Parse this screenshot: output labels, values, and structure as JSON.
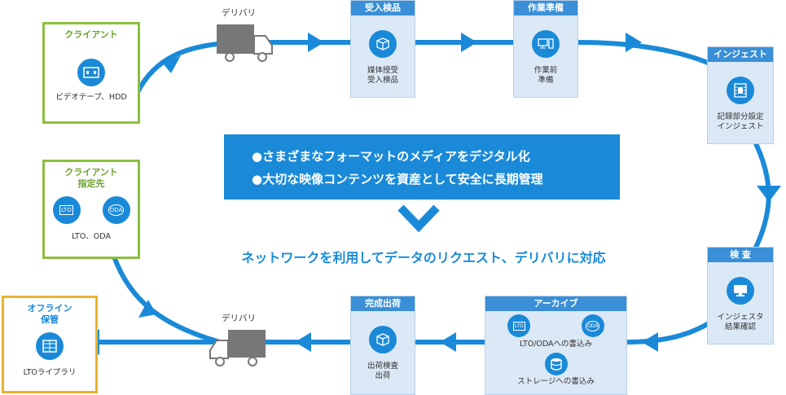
{
  "delivery_labels": [
    "デリバリ",
    "デリバリ"
  ],
  "stages": {
    "receiving": {
      "title": "受入検品",
      "text": "媒体授受\n受入検品",
      "icon": "box-icon"
    },
    "preparation": {
      "title": "作業準備",
      "text": "作業前\n準備",
      "icon": "computer-icon"
    },
    "ingest": {
      "title": "インジェスト",
      "text": "記録部分設定\nインジェスト",
      "icon": "film-icon"
    },
    "inspection": {
      "title": "検 査",
      "text": "インジェスタ\n結果確認",
      "icon": "monitor-icon"
    },
    "archive": {
      "title": "アーカイブ",
      "text1": "LTO/ODAへの書込み",
      "text2": "ストレージへの書込み",
      "icon1": "lto-icon",
      "icon2": "oda-icon",
      "icon3": "database-icon"
    },
    "shipping": {
      "title": "完成出荷",
      "text": "出荷検査\n出荷",
      "icon": "box-icon"
    }
  },
  "client": {
    "title": "クライアント",
    "text": "ビデオテープ、HDD",
    "icon": "videotape-icon"
  },
  "client_dest": {
    "title": "クライアント\n指定先",
    "text": "LTO、ODA",
    "icon_lto": "LTO",
    "icon_oda": "ODA"
  },
  "offline": {
    "title": "オフライン\n保管",
    "text": "LTOライブラリ",
    "icon": "library-icon"
  },
  "banner": {
    "line1": "●さまざまなフォーマットのメディアをデジタル化",
    "line2": "●大切な映像コンテンツを資産として安全に長期管理"
  },
  "headline": "ネットワークを利用してデータのリクエスト、デリバリに対応",
  "colors": {
    "accent": "#1a8ad8",
    "stage_bg": "#dbe8f5",
    "client_border": "#8cbf3f",
    "offline_border": "#e6b333",
    "truck": "#777777"
  }
}
